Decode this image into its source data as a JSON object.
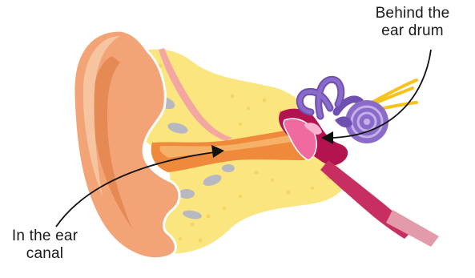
{
  "labels": {
    "behind_ear_drum": [
      "Behind the",
      "ear drum"
    ],
    "ear_canal": [
      "In the ear",
      "canal"
    ]
  },
  "colors": {
    "outer_ear": "#f2a477",
    "outer_ear_light": "#f7c4a0",
    "outer_ear_dark": "#e68a55",
    "canal": "#ef8a3c",
    "canal_light": "#f5b167",
    "bone": "#fbe57f",
    "bone_light": "#fdf0b0",
    "bone_speck": "#f2cf5a",
    "cartilage_gray": "#b8b8c0",
    "eardrum": "#f06aa0",
    "middle_ear": "#b3134f",
    "cochlea": "#8a6bc9",
    "cochlea_dark": "#6f4fb0",
    "nerve": "#f6c21b",
    "eustachian": "#c72f63",
    "eustachian_tip": "#e39aaa",
    "skin_pink": "#f4a7a0",
    "arrow": "#111111"
  }
}
